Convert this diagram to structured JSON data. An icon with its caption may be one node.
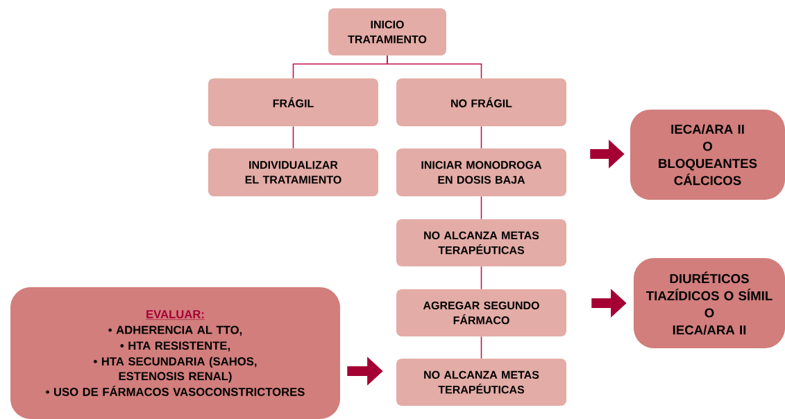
{
  "diagram": {
    "nodes": [
      {
        "text": [
          "INICIO TRATAMIENTO"
        ]
      },
      {
        "text": [
          "FRÁGIL"
        ]
      },
      {
        "text": [
          "NO FRÁGIL"
        ]
      },
      {
        "text": [
          "INDIVIDUALIZAR EL TRATAMIENTO"
        ]
      },
      {
        "text": [
          "INICIAR MONODROGA EN DOSIS BAJA"
        ]
      },
      {
        "text": [
          "NO ALCANZA METAS TERAPÉUTICAS"
        ]
      },
      {
        "text": [
          "AGREGAR SEGUNDO FÁRMACO"
        ]
      },
      {
        "text": [
          "NO ALCANZA METAS TERAPÉUTICAS"
        ]
      },
      {
        "text": [
          "IECA/ARA II",
          "O",
          "BLOQUEANTES CÁLCICOS"
        ]
      },
      {
        "text": [
          "DIURÉTICOS TIAZÍDICOS O SÍMIL",
          "O",
          "IECA/ARA II"
        ]
      },
      {
        "text": [
          "EVALUAR:",
          "• ADHERENCIA AL TTO,",
          "• HTA RESISTENTE,",
          "• HTA SECUNDARIA (SAHOS, ESTENOSIS RENAL)",
          "• USO DE FÁRMACOS VASOCONSTRICTORES"
        ]
      }
    ],
    "edges": [
      {
        "from": 0,
        "to": 1,
        "arrow": "none"
      },
      {
        "from": 0,
        "to": 2,
        "arrow": "none"
      },
      {
        "from": 1,
        "to": 3,
        "arrow": "none"
      },
      {
        "from": 2,
        "to": 4,
        "arrow": "none"
      },
      {
        "from": 4,
        "to": 5,
        "arrow": "none"
      },
      {
        "from": 5,
        "to": 6,
        "arrow": "none"
      },
      {
        "from": 6,
        "to": 7,
        "arrow": "none"
      },
      {
        "from": 4,
        "to": 8,
        "arrow": "to",
        "style": "thick",
        "color": "#a50034"
      },
      {
        "from": 6,
        "to": 9,
        "arrow": "to",
        "style": "thick",
        "color": "#a50034"
      },
      {
        "from": 10,
        "to": 7,
        "arrow": "to",
        "style": "thick",
        "color": "#a50034"
      }
    ]
  }
}
